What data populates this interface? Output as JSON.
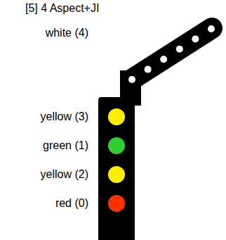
{
  "diagram": {
    "title": "[5] 4 Aspect+JI",
    "labels": [
      "white (4)",
      "yellow (3)",
      "green (1)",
      "yellow (2)",
      "red (0)"
    ]
  }
}
